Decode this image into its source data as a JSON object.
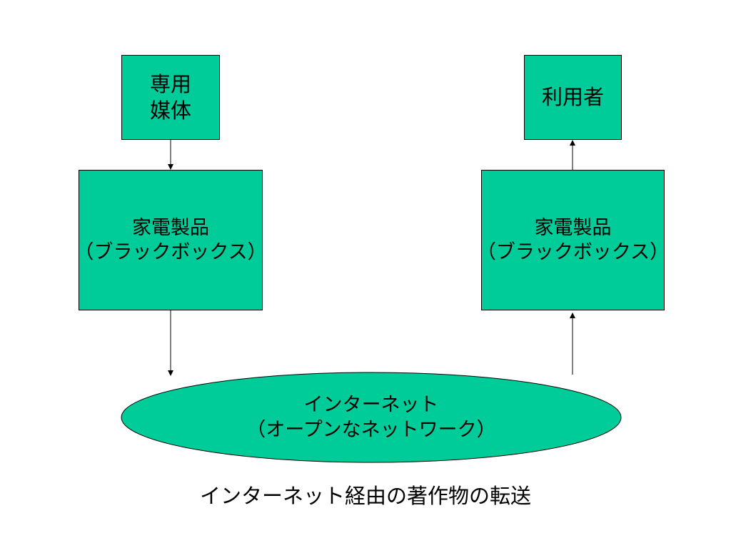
{
  "colors": {
    "box_fill": "#00cc99",
    "stroke": "#000000",
    "background": "#ffffff"
  },
  "media": {
    "line1": "専用",
    "line2": "媒体"
  },
  "user": {
    "label": "利用者"
  },
  "appliance_left": {
    "line1": "家電製品",
    "line2": "（ブラックボックス）"
  },
  "appliance_right": {
    "line1": "家電製品",
    "line2": "（ブラックボックス）"
  },
  "internet": {
    "line1": "インターネット",
    "line2": "（オープンなネットワーク）"
  },
  "caption": "インターネット経由の著作物の転送"
}
